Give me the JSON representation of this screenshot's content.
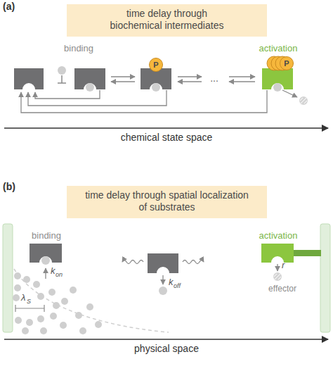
{
  "diagram": {
    "nodes": [
      {
        "text": [
          "time delay through biochemical intermediates"
        ]
      },
      {
        "text": [
          "P"
        ]
      },
      {
        "text": [
          "P"
        ]
      },
      {
        "text": [
          "time delay through spatial localization of substrates"
        ]
      }
    ],
    "labels": [
      "(a)",
      "binding",
      "activation",
      "...",
      "chemical state space",
      "(b)",
      "binding",
      "k",
      "on",
      "λ",
      "S",
      "k",
      "off",
      "activation",
      "r",
      "effector",
      "physical space"
    ]
  }
}
